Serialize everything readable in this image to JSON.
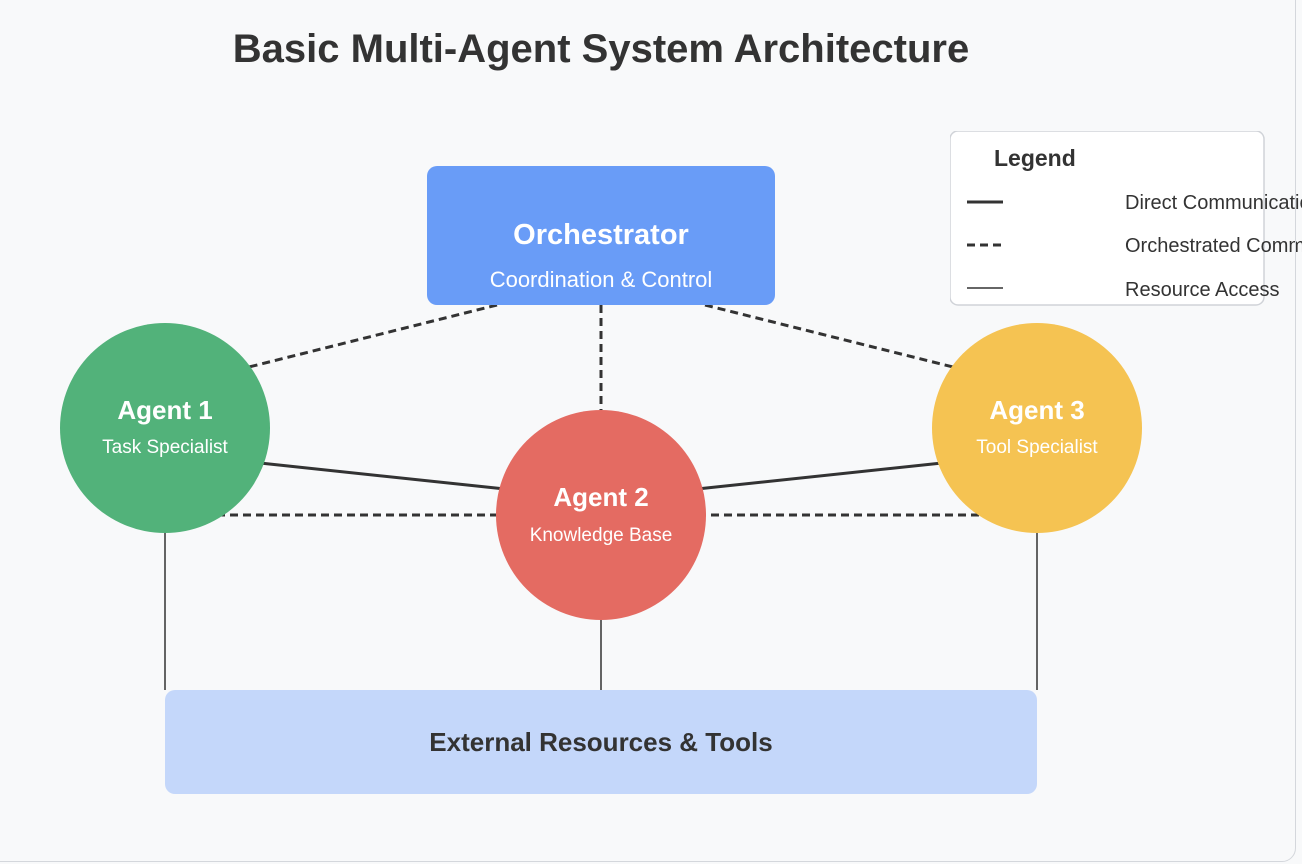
{
  "title": "Basic Multi-Agent System Architecture",
  "orchestrator": {
    "name": "Orchestrator",
    "role": "Coordination & Control",
    "color": "#699cf7"
  },
  "agents": [
    {
      "id": "agent1",
      "name": "Agent 1",
      "role": "Task Specialist",
      "color": "#52b27a"
    },
    {
      "id": "agent2",
      "name": "Agent 2",
      "role": "Knowledge Base",
      "color": "#e46b62"
    },
    {
      "id": "agent3",
      "name": "Agent 3",
      "role": "Tool Specialist",
      "color": "#f5c352"
    }
  ],
  "resources": {
    "label": "External Resources & Tools",
    "color": "#c4d7fa"
  },
  "legend": {
    "title": "Legend",
    "items": [
      {
        "style": "direct",
        "label": "Direct Communication"
      },
      {
        "style": "orchestrated",
        "label": "Orchestrated Communication"
      },
      {
        "style": "resource",
        "label": "Resource Access"
      }
    ]
  },
  "colors": {
    "background": "#f8f9fa",
    "text": "#333333",
    "line": "#333333",
    "on_node_text": "#ffffff"
  }
}
